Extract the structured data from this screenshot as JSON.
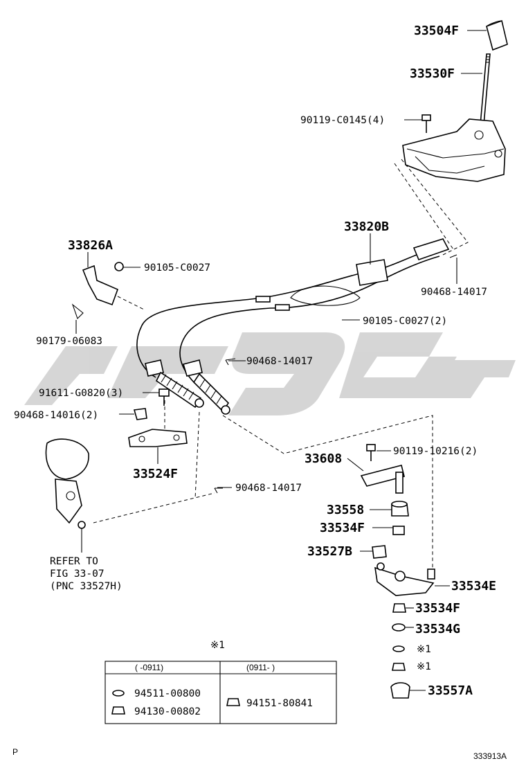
{
  "diagram": {
    "callouts": {
      "p33504F": "33504F",
      "p33530F": "33530F",
      "p90119C0145": "90119-C0145(4)",
      "p33820B": "33820B",
      "p33826A": "33826A",
      "p90105C0027a": "90105-C0027",
      "p90468_14017a": "90468-14017",
      "p90105C0027b": "90105-C0027(2)",
      "p90179": "90179-06083",
      "p90468_14017b": "90468-14017",
      "p91611": "91611-G0820(3)",
      "p90468_14016": "90468-14016(2)",
      "p33524F": "33524F",
      "p33608": "33608",
      "p90119_10216": "90119-10216(2)",
      "p90468_14017c": "90468-14017",
      "p33558": "33558",
      "p33534F_a": "33534F",
      "p33527B": "33527B",
      "p33534E": "33534E",
      "p33534F_b": "33534F",
      "p33534G": "33534G",
      "p33557A": "33557A",
      "note1": "※1",
      "note2": "※1"
    },
    "refer": {
      "line1": "REFER TO",
      "line2": "FIG 33-07",
      "line3": "(PNC 33527H)"
    },
    "table": {
      "marker": "※1",
      "col1_header": "(    -0911)",
      "col2_header": "(0911-    )",
      "row1_part": "94511-00800",
      "row2_part": "94130-00802",
      "col2_part": "94151-80841"
    },
    "footer": {
      "left": "P",
      "right": "333913A"
    }
  }
}
